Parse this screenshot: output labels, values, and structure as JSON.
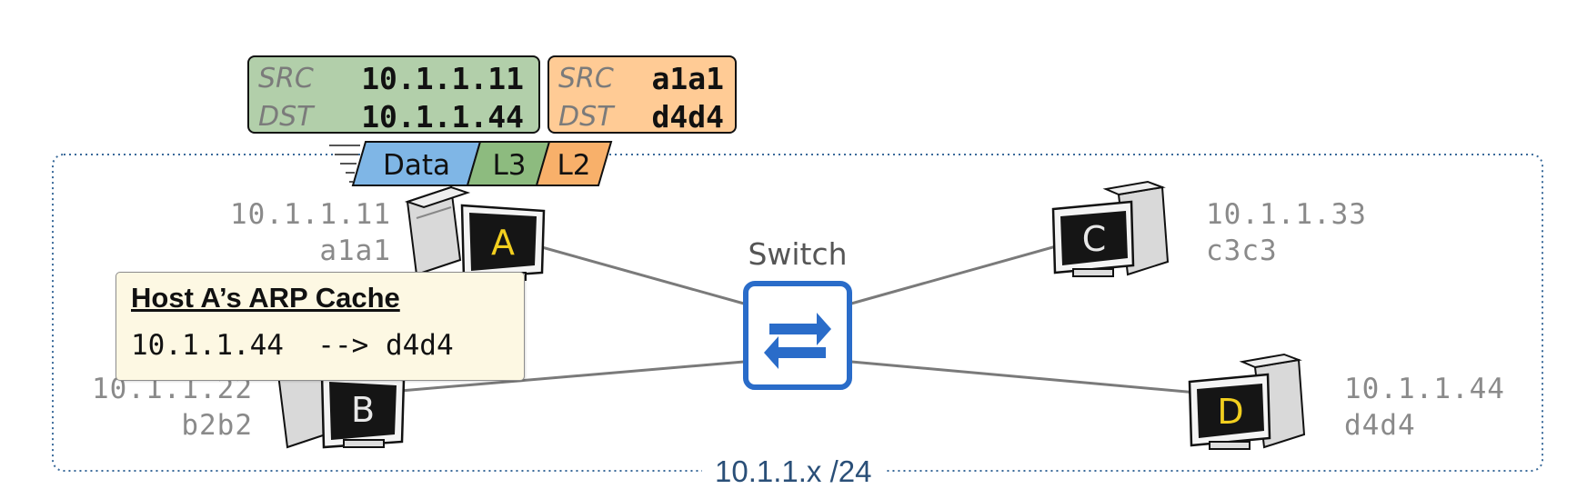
{
  "packet": {
    "l3_header": {
      "src_key": "SRC",
      "src_val": "10.1.1.11",
      "dst_key": "DST",
      "dst_val": "10.1.1.44"
    },
    "l2_header": {
      "src_key": "SRC",
      "src_val": "a1a1",
      "dst_key": "DST",
      "dst_val": "d4d4"
    },
    "segments": {
      "data": "Data",
      "l3": "L3",
      "l2": "L2"
    }
  },
  "hosts": {
    "a": {
      "letter": "A",
      "ip": "10.1.1.11",
      "mac": "a1a1"
    },
    "b": {
      "letter": "B",
      "ip": "10.1.1.22",
      "mac": "b2b2"
    },
    "c": {
      "letter": "C",
      "ip": "10.1.1.33",
      "mac": "c3c3"
    },
    "d": {
      "letter": "D",
      "ip": "10.1.1.44",
      "mac": "d4d4"
    }
  },
  "switch": {
    "label": "Switch"
  },
  "arp_cache": {
    "title": "Host A’s ARP Cache",
    "entry": "10.1.1.44  --> d4d4"
  },
  "subnet_label": "10.1.1.x /24",
  "colors": {
    "l3": "#b2cfaa",
    "l2": "#ffcb95",
    "data": "#7fb6e6",
    "l3_tag": "#8dbb7f",
    "l2_tag": "#f8b06a",
    "switch_blue": "#2a6cc9",
    "subnet_border": "#3a6a9a",
    "screen_yellow": "#f2cf1f"
  }
}
